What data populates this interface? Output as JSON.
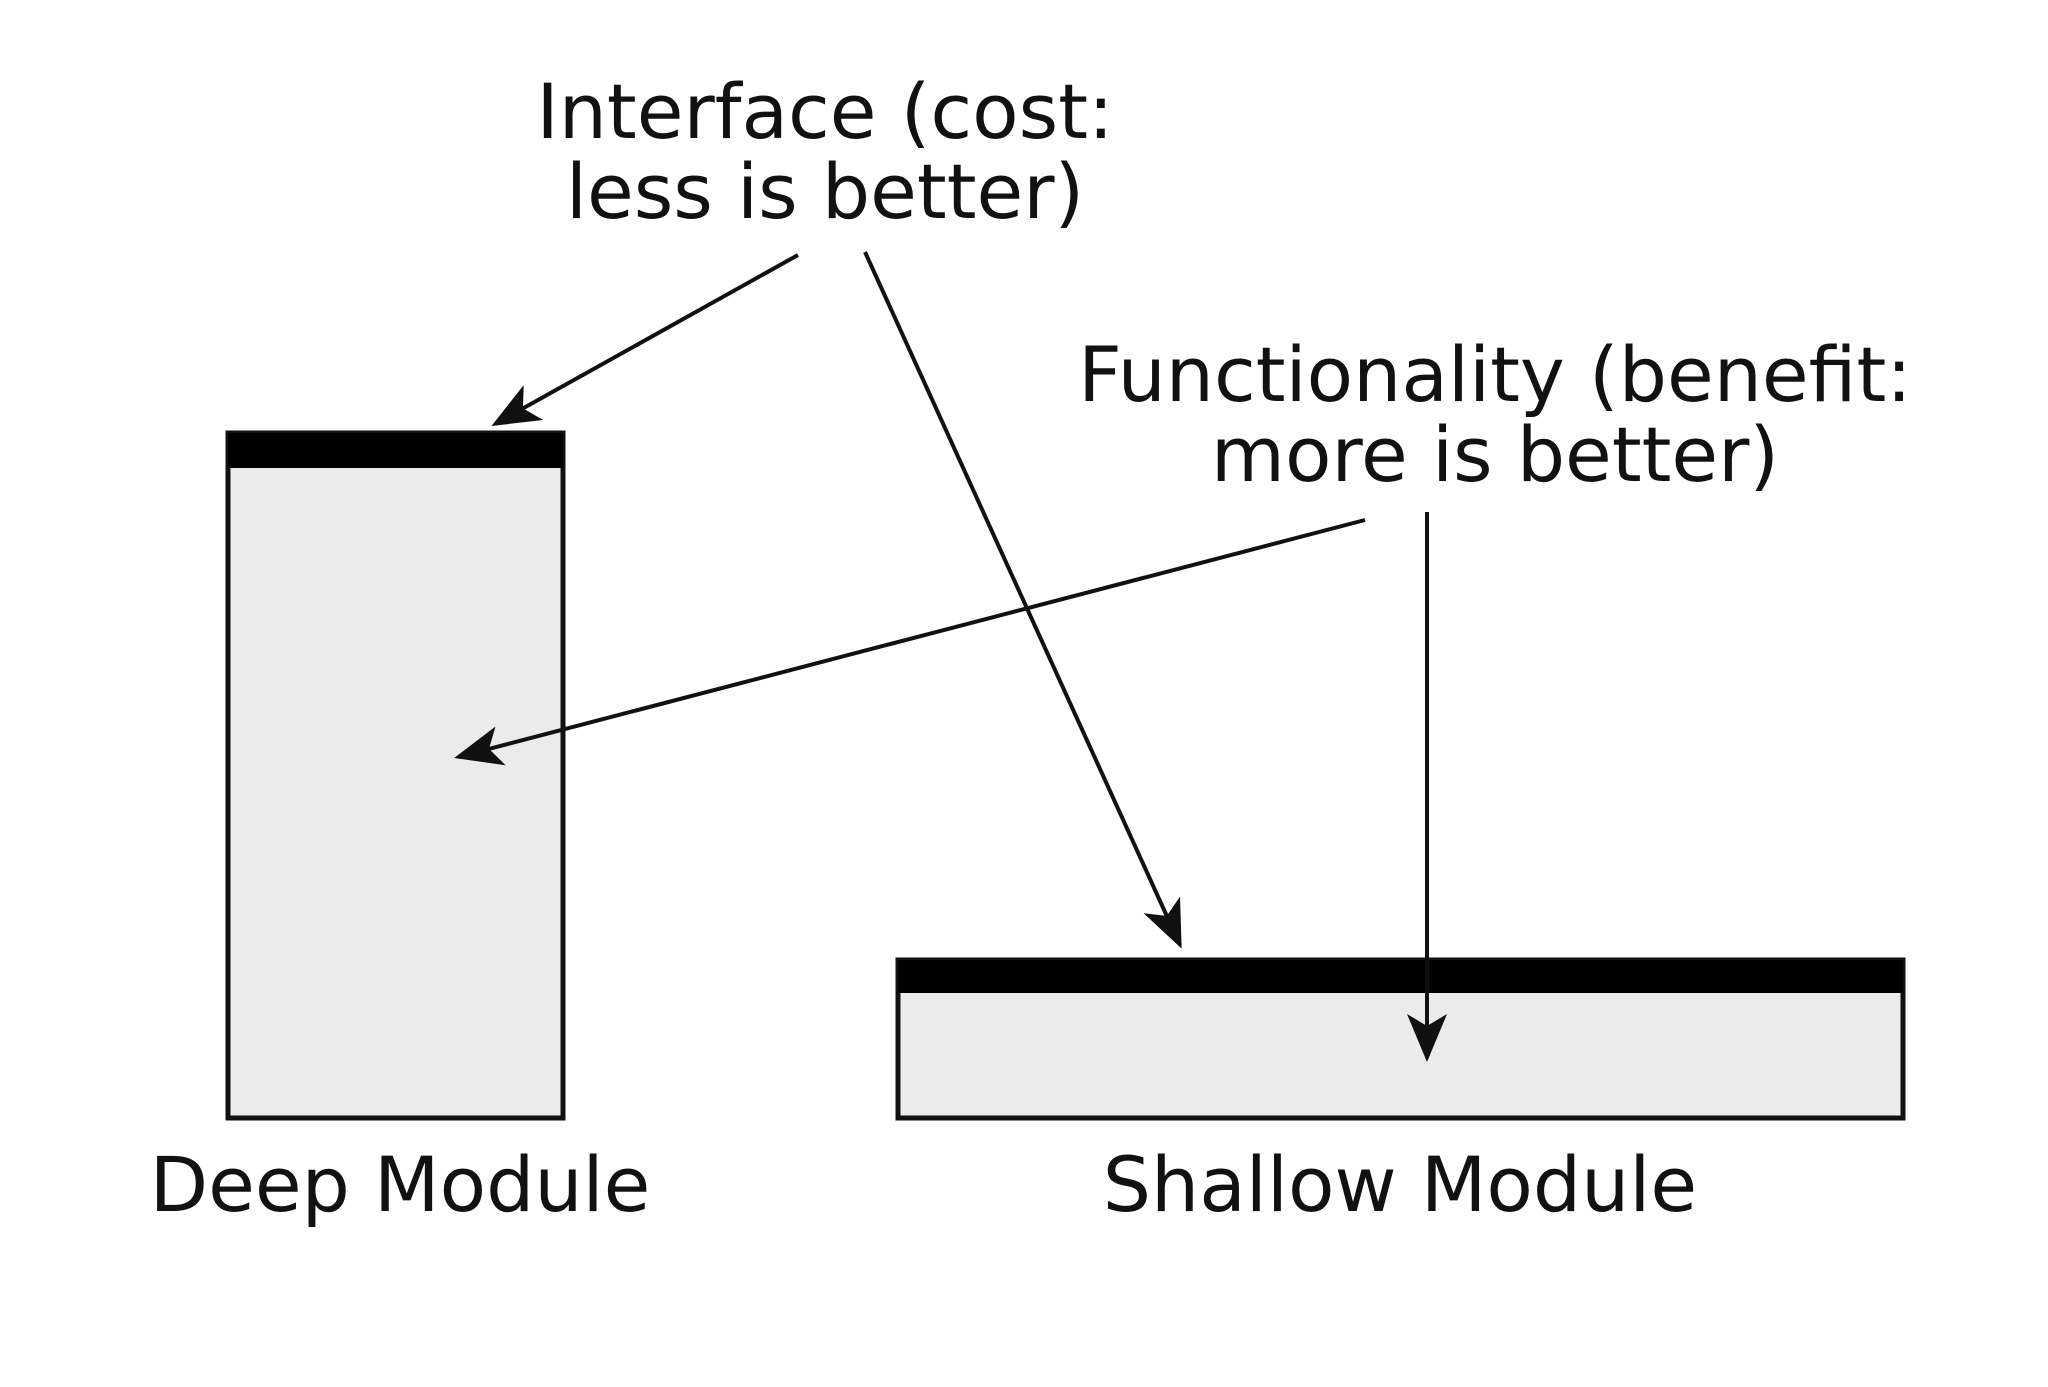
{
  "labels": {
    "interface_line1": "Interface (cost:",
    "interface_line2": "less is better)",
    "functionality_line1": "Functionality (benefit:",
    "functionality_line2": "more is better)",
    "deep_module": "Deep Module",
    "shallow_module": "Shallow Module"
  },
  "colors": {
    "module_fill": "#ebebeb",
    "interface_bar": "#000000",
    "arrow": "#111111",
    "background": "#ffffff"
  }
}
